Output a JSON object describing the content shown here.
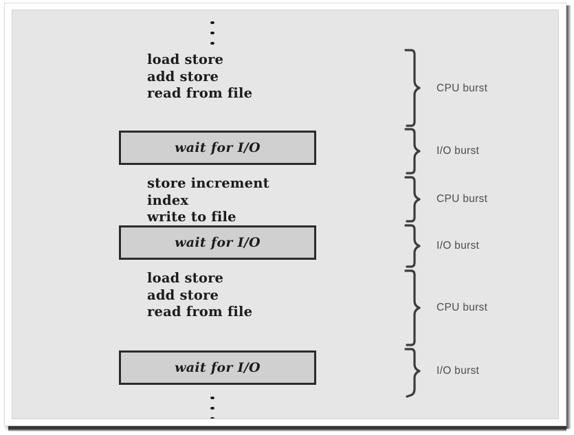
{
  "figure": {
    "title": "CPU burst / I-O burst alternating sequence",
    "background_color": "#e6e6e6",
    "frame_color": "#ffffff",
    "text_color": "#1c1c1c",
    "label_color": "#4d4d4d",
    "box_fill": "#d0d0d0",
    "box_border": "#2b2b2b"
  },
  "ellipsis": {
    "top": "⋮",
    "bottom": "⋮"
  },
  "segments": [
    {
      "kind": "cpu",
      "lines": [
        "load store",
        "add store",
        "read from file"
      ],
      "burst_label": "CPU burst"
    },
    {
      "kind": "io",
      "box_label": "wait for I/O",
      "burst_label": "I/O burst"
    },
    {
      "kind": "cpu",
      "lines": [
        "store increment",
        "index",
        "write to file"
      ],
      "burst_label": "CPU burst"
    },
    {
      "kind": "io",
      "box_label": "wait for I/O",
      "burst_label": "I/O burst"
    },
    {
      "kind": "cpu",
      "lines": [
        "load store",
        "add store",
        "read from file"
      ],
      "burst_label": "CPU burst"
    },
    {
      "kind": "io",
      "box_label": "wait for I/O",
      "burst_label": "I/O burst"
    }
  ],
  "burst_labels": [
    "CPU burst",
    "I/O burst",
    "CPU burst",
    "I/O burst",
    "CPU burst",
    "I/O burst"
  ],
  "code_blocks": [
    [
      "load store",
      "add store",
      "read from file"
    ],
    [
      "store increment",
      "index",
      "write to file"
    ],
    [
      "load store",
      "add store",
      "read from file"
    ]
  ],
  "io_boxes": [
    "wait for I/O",
    "wait for I/O",
    "wait for I/O"
  ]
}
